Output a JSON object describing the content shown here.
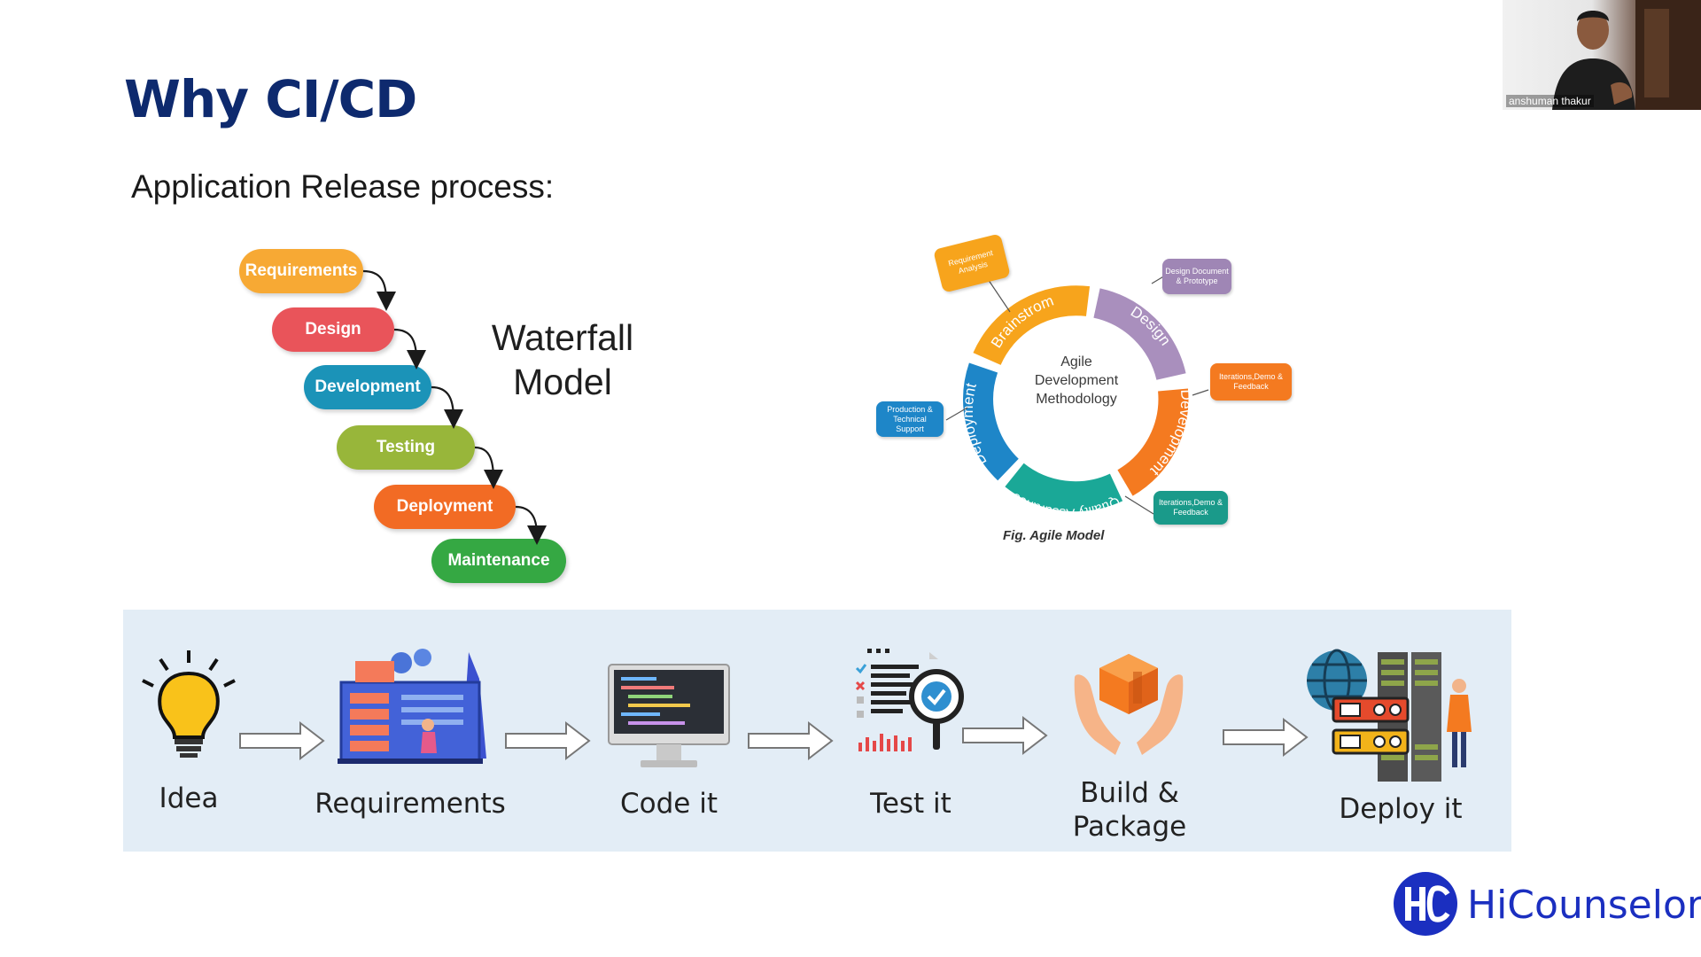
{
  "slide": {
    "title": "Why CI/CD",
    "subtitle": "Application Release process:"
  },
  "waterfall": {
    "title_line1": "Waterfall",
    "title_line2": "Model",
    "steps": [
      {
        "label": "Requirements",
        "color": "#f7a934"
      },
      {
        "label": "Design",
        "color": "#e9545a"
      },
      {
        "label": "Development",
        "color": "#1b93b8"
      },
      {
        "label": "Testing",
        "color": "#98b63a"
      },
      {
        "label": "Deployment",
        "color": "#f26b24"
      },
      {
        "label": "Maintenance",
        "color": "#35a843"
      }
    ]
  },
  "agile": {
    "center_line1": "Agile",
    "center_line2": "Development",
    "center_line3": "Methodology",
    "caption": "Fig. Agile Model",
    "segments": [
      {
        "label": "Brainstrom",
        "color": "#f7a41c"
      },
      {
        "label": "Design",
        "color": "#a98fbd"
      },
      {
        "label": "Development",
        "color": "#f47a20"
      },
      {
        "label": "Quality Assurance",
        "color": "#1aa897"
      },
      {
        "label": "Deployment",
        "color": "#1e86c8"
      }
    ],
    "bubbles": [
      {
        "label": "Requirement Analysis",
        "color": "#f7a41c"
      },
      {
        "label": "Design Document & Prototype",
        "color": "#9f86b5"
      },
      {
        "label": "Iterations,Demo & Feedback",
        "color": "#f47a20"
      },
      {
        "label": "Iterations,Demo & Feedback",
        "color": "#1a9a8a"
      },
      {
        "label": "Production & Technical Support",
        "color": "#1e86c8"
      }
    ]
  },
  "pipeline": {
    "steps": [
      {
        "label": "Idea",
        "icon": "lightbulb-icon"
      },
      {
        "label": "Requirements",
        "icon": "requirements-board-icon"
      },
      {
        "label": "Code it",
        "icon": "monitor-code-icon"
      },
      {
        "label": "Test it",
        "icon": "test-magnifier-icon"
      },
      {
        "label": "Build &",
        "label2": "Package",
        "icon": "package-hands-icon"
      },
      {
        "label": "Deploy it",
        "icon": "server-globe-icon"
      }
    ]
  },
  "webcam": {
    "name": "anshuman thakur"
  },
  "brand": {
    "name": "HiCounselor",
    "color": "#1b2fc0"
  }
}
